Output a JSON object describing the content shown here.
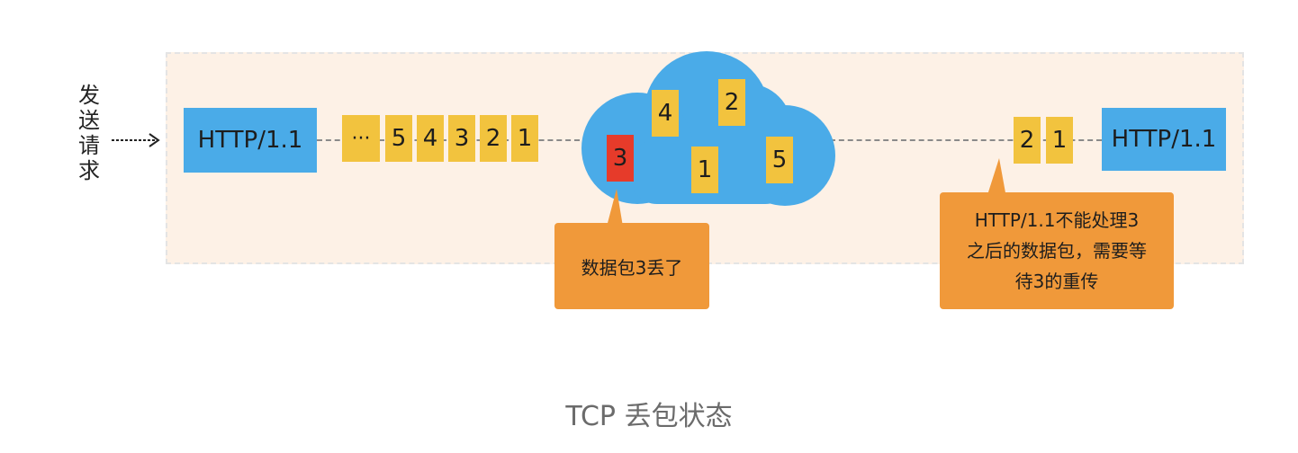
{
  "sender": {
    "label_chars": [
      "发",
      "送",
      "请",
      "求"
    ],
    "http_label": "HTTP/1.1"
  },
  "queue": {
    "ellipsis": "···",
    "packets": [
      "5",
      "4",
      "3",
      "2",
      "1"
    ]
  },
  "cloud": {
    "packets": [
      "4",
      "2",
      "3",
      "1",
      "5"
    ],
    "lost_packet": "3"
  },
  "receiver": {
    "packets": [
      "2",
      "1"
    ],
    "http_label": "HTTP/1.1"
  },
  "callouts": {
    "lost": "数据包3丢了",
    "wait_lines": [
      "HTTP/1.1不能处理3",
      "之后的数据包，需要等",
      "待3的重传"
    ]
  },
  "caption": "TCP 丢包状态",
  "colors": {
    "panel": "#fdf1e6",
    "http_box": "#4aabe8",
    "packet": "#f2c33e",
    "lost_packet": "#e63b2a",
    "callout": "#f0993a",
    "cloud": "#4aabe8"
  }
}
